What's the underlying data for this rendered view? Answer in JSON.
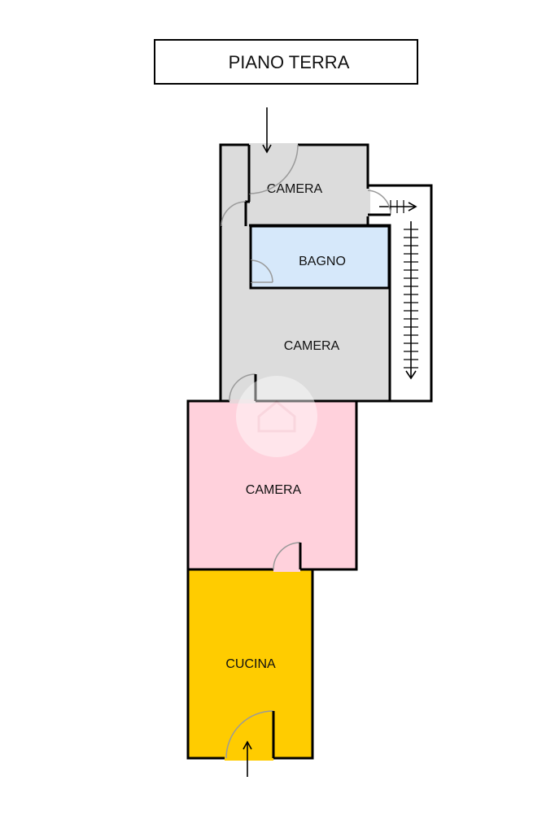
{
  "title": "PIANO TERRA",
  "rooms": {
    "camera_top": "CAMERA",
    "bagno": "BAGNO",
    "camera_mid": "CAMERA",
    "camera_pink": "CAMERA",
    "cucina": "CUCINA"
  },
  "colors": {
    "camera_grey": "#dcdcdc",
    "bagno_blue": "#d6e8fa",
    "camera_pink": "#ffd1dc",
    "cucina_yellow": "#ffcc00",
    "walls": "#000000",
    "door_arc": "#9a9a9a"
  }
}
